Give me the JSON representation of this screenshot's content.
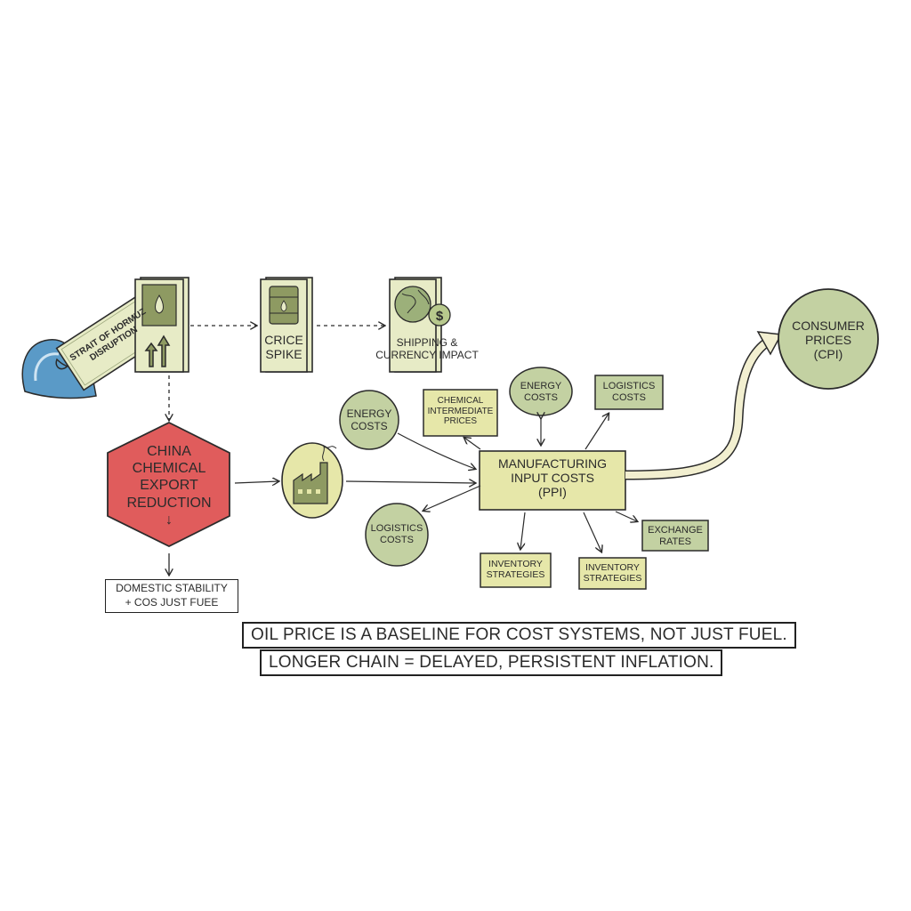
{
  "nodes": {
    "disruption": {
      "line1": "STRAIT OF HORMUZ",
      "line2": "DISRUPTION"
    },
    "price_spike": {
      "line1": "CRICE",
      "line2": "SPIKE"
    },
    "shipping": {
      "line1": "SHIPPING &",
      "line2": "CURRENCY IMPACT"
    },
    "china": {
      "line1": "CHINA",
      "line2": "CHEMICAL",
      "line3": "EXPORT",
      "line4": "REDUCTION",
      "arrow": "↓"
    },
    "domestic": {
      "line1": "DOMESTIC STABILITY",
      "line2": "+ COS JUST FUEE"
    },
    "energy_left": {
      "line1": "ENERGY",
      "line2": "COSTS"
    },
    "chemical_intermediate": {
      "line1": "CHEMICAL",
      "line2": "INTERMEDIATE",
      "line3": "PRICES"
    },
    "energy_top": {
      "line1": "ENERGY",
      "line2": "COSTS"
    },
    "logistics_top": {
      "line1": "LOGISTICS",
      "line2": "COSTS"
    },
    "manufacturing": {
      "line1": "MANUFACTURING",
      "line2": "INPUT COSTS",
      "line3": "(PPI)"
    },
    "logistics_left": {
      "line1": "LOGISTICS",
      "line2": "COSTS"
    },
    "inventory_1": {
      "line1": "INVENTORY",
      "line2": "STRATEGIES"
    },
    "inventory_2": {
      "line1": "INVENTORY",
      "line2": "STRATEGIES"
    },
    "exchange": {
      "line1": "EXCHANGE",
      "line2": "RATES"
    },
    "consumer": {
      "line1": "CONSUMER",
      "line2": "PRICES",
      "line3": "(CPI)"
    }
  },
  "notes": {
    "note1": "OIL PRICE IS A BASELINE FOR COST SYSTEMS, NOT JUST FUEL.",
    "note2": "LONGER CHAIN = DELAYED, PERSISTENT INFLATION."
  },
  "icons": {
    "dollar": "$"
  },
  "colors": {
    "card": "#e7ebc6",
    "sage": "#c3d1a2",
    "yellow": "#e6e7a9",
    "red": "#e05c5c",
    "wave": "#5a9ac7",
    "ink": "#2b2b2b",
    "olive": "#6d7d44"
  }
}
